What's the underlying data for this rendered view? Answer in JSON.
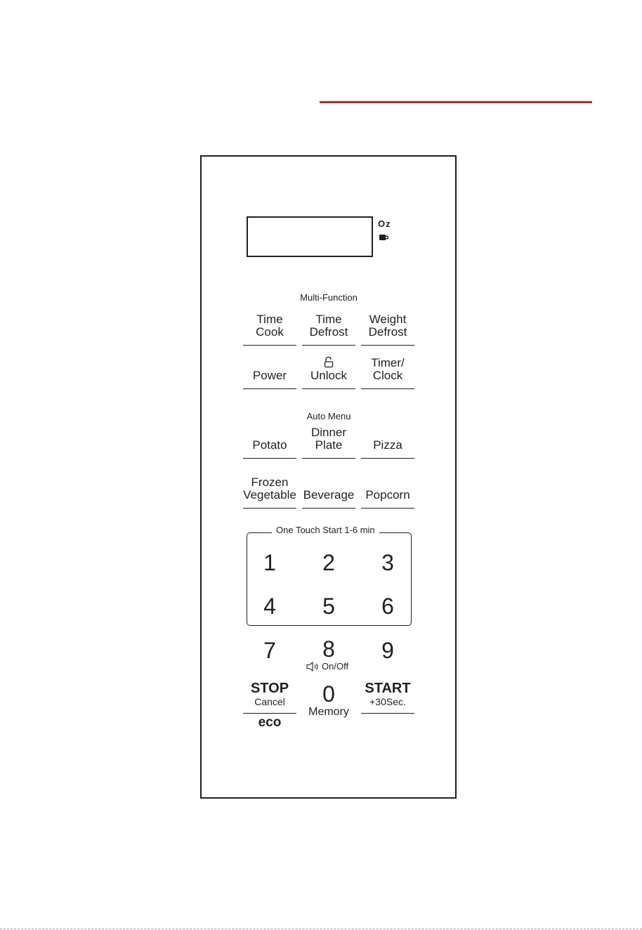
{
  "display": {
    "oz_label": "Oz",
    "cup_icon": "cup-icon"
  },
  "multi_function": {
    "label": "Multi-Function",
    "keys": [
      {
        "line1": "Time",
        "line2": "Cook"
      },
      {
        "line1": "Time",
        "line2": "Defrost"
      },
      {
        "line1": "Weight",
        "line2": "Defrost"
      },
      {
        "line1": "Power",
        "line2": ""
      },
      {
        "line1": "Unlock",
        "line2": "",
        "icon": "unlock-icon"
      },
      {
        "line1": "Timer/",
        "line2": "Clock"
      }
    ]
  },
  "auto_menu": {
    "label": "Auto Menu",
    "keys": [
      {
        "line1": "Potato",
        "line2": ""
      },
      {
        "line1": "Dinner",
        "line2": "Plate"
      },
      {
        "line1": "Pizza",
        "line2": ""
      },
      {
        "line1": "Frozen",
        "line2": "Vegetable"
      },
      {
        "line1": "Beverage",
        "line2": ""
      },
      {
        "line1": "Popcorn",
        "line2": ""
      }
    ]
  },
  "one_touch": {
    "label": "One Touch Start 1-6 min"
  },
  "numbers": [
    "1",
    "2",
    "3",
    "4",
    "5",
    "6",
    "7",
    "8",
    "9",
    "0"
  ],
  "sound_label": "On/Off",
  "memory_label": "Memory",
  "stop": {
    "main": "STOP",
    "sub": "Cancel",
    "eco": "eco"
  },
  "start": {
    "main": "START",
    "sub": "+30Sec."
  },
  "colors": {
    "accent_line": "#c8202a",
    "ink": "#231f20"
  }
}
